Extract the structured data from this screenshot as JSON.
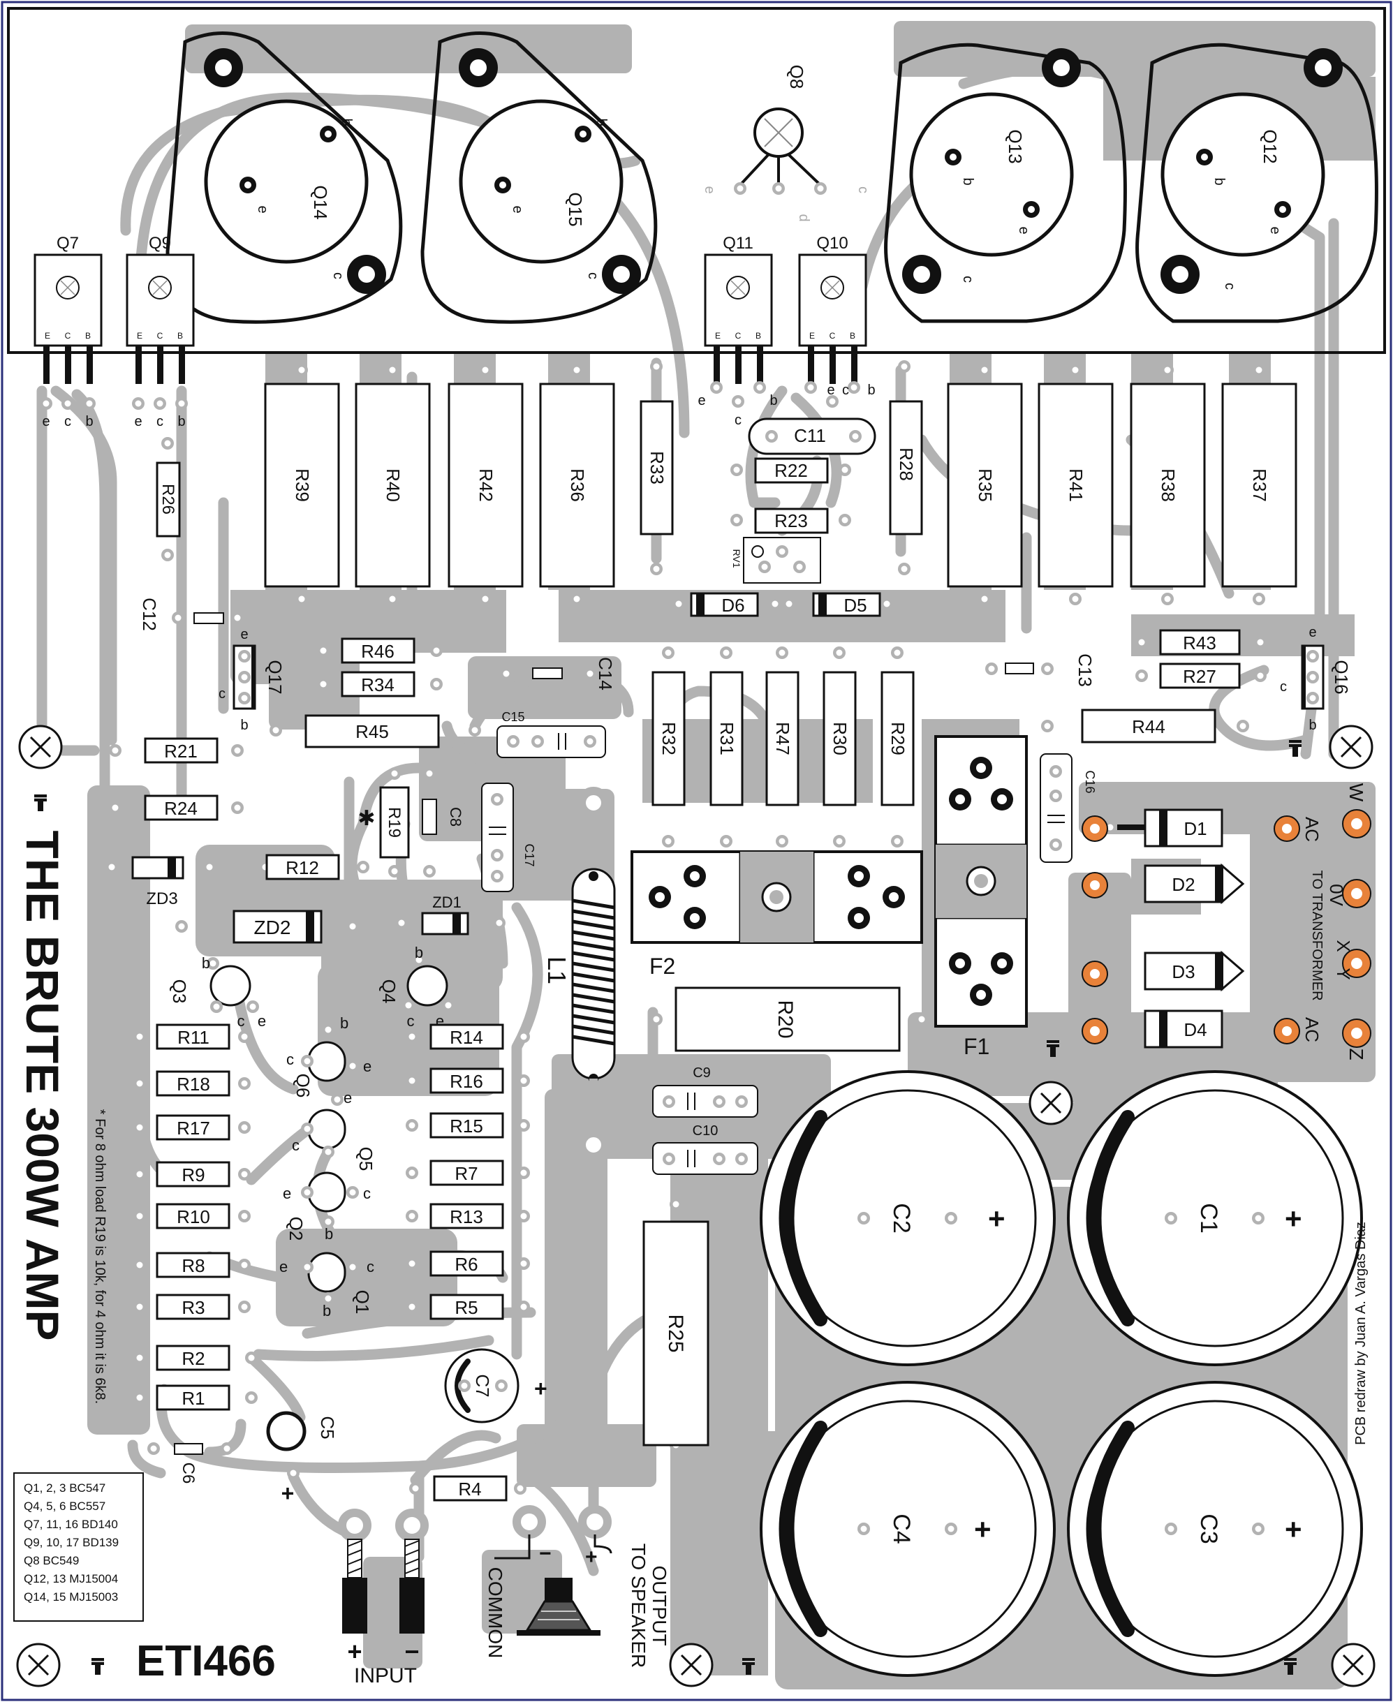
{
  "title": "THE BRUTE 300W AMP",
  "model": "ETI466",
  "credit": "PCB redraw by Juan A. Vargas Diaz",
  "note": "* For 8 ohm load R19 is 10k, for 4 ohm it is 6k8.",
  "parts_list": [
    "Q1, 2, 3 BC547",
    "Q4, 5, 6 BC557",
    "Q7, 11, 16 BD140",
    "Q9, 10, 17 BD139",
    "Q8 BC549",
    "Q12, 13 MJ15004",
    "Q14, 15 MJ15003"
  ],
  "connectors": {
    "input": "INPUT",
    "common": "COMMON",
    "output_line1": "OUTPUT",
    "output_line2": "TO SPEAKER",
    "transformer": "TO TRANSFORMER",
    "plus": "+",
    "minus": "−",
    "ac": "AC",
    "zero_v": "0V",
    "x": "X",
    "y": "Y",
    "w": "W",
    "z": "Z"
  },
  "pins": {
    "e": "e",
    "c": "c",
    "b": "b",
    "d": "d",
    "E": "E",
    "C": "C",
    "B": "B"
  },
  "labels": {
    "Q7": "Q7",
    "Q9": "Q9",
    "Q11": "Q11",
    "Q10": "Q10",
    "Q8": "Q8",
    "Q14": "Q14",
    "Q15": "Q15",
    "Q13": "Q13",
    "Q12": "Q12",
    "Q17": "Q17",
    "Q16": "Q16",
    "Q1": "Q1",
    "Q2": "Q2",
    "Q3": "Q3",
    "Q4": "Q4",
    "Q5": "Q5",
    "Q6": "Q6",
    "R39": "R39",
    "R40": "R40",
    "R42": "R42",
    "R36": "R36",
    "R35": "R35",
    "R41": "R41",
    "R38": "R38",
    "R37": "R37",
    "R33": "R33",
    "R28": "R28",
    "R22": "R22",
    "R23": "R23",
    "C11": "C11",
    "RV1": "RV1",
    "R26": "R26",
    "C12": "C12",
    "R46": "R46",
    "R34": "R34",
    "R45": "R45",
    "C14": "C14",
    "C13": "C13",
    "R43": "R43",
    "R27": "R27",
    "R44": "R44",
    "C15": "C15",
    "D6": "D6",
    "D5": "D5",
    "R32": "R32",
    "R31": "R31",
    "R47": "R47",
    "R30": "R30",
    "R29": "R29",
    "R21": "R21",
    "R24": "R24",
    "R19": "R19",
    "C8": "C8",
    "C17": "C17",
    "C16": "C16",
    "R12": "R12",
    "ZD3": "ZD3",
    "ZD2": "ZD2",
    "ZD1": "ZD1",
    "D1": "D1",
    "D2": "D2",
    "D3": "D3",
    "D4": "D4",
    "L1": "L1",
    "F2": "F2",
    "F1": "F1",
    "R20": "R20",
    "C9": "C9",
    "C10": "C10",
    "R25": "R25",
    "C1": "C1",
    "C2": "C2",
    "C3": "C3",
    "C4": "C4",
    "C5": "C5",
    "C6": "C6",
    "C7": "C7",
    "R1": "R1",
    "R2": "R2",
    "R3": "R3",
    "R4": "R4",
    "R5": "R5",
    "R6": "R6",
    "R7": "R7",
    "R8": "R8",
    "R9": "R9",
    "R10": "R10",
    "R11": "R11",
    "R13": "R13",
    "R14": "R14",
    "R15": "R15",
    "R16": "R16",
    "R17": "R17",
    "R18": "R18",
    "star": "✱"
  },
  "colors": {
    "trace": "#b2b2b2",
    "copper_pad": "#e8823a",
    "outline": "#111111",
    "board_border": "#2a2f7a"
  }
}
